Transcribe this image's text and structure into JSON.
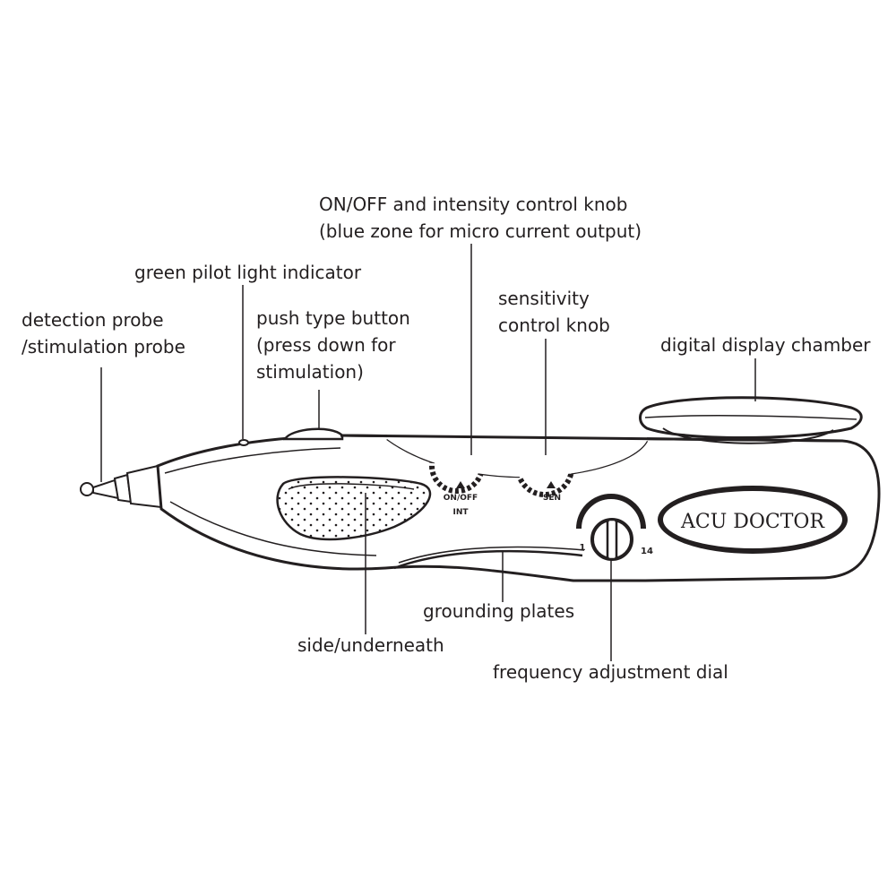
{
  "labels": {
    "probe": [
      "detection probe",
      "/stimulation probe"
    ],
    "pilot_light": "green pilot light indicator",
    "push_button": [
      "push type button",
      "(press down for",
      "stimulation)"
    ],
    "intensity_knob": [
      "ON/OFF and  intensity control knob",
      "(blue zone for micro current output)"
    ],
    "sensitivity_knob": [
      "sensitivity",
      "control knob"
    ],
    "display_chamber": "digital display chamber",
    "grounding_plates": "grounding plates",
    "side_underneath": "side/underneath",
    "frequency_dial": "frequency adjustment dial"
  },
  "device": {
    "brand": "ACU DOCTOR",
    "knob_mark_1": [
      "ON/OFF",
      "INT"
    ],
    "knob_mark_2": "SEN",
    "dial_min": "1",
    "dial_max": "14"
  },
  "colors": {
    "ink": "#231f20",
    "background": "#ffffff"
  }
}
